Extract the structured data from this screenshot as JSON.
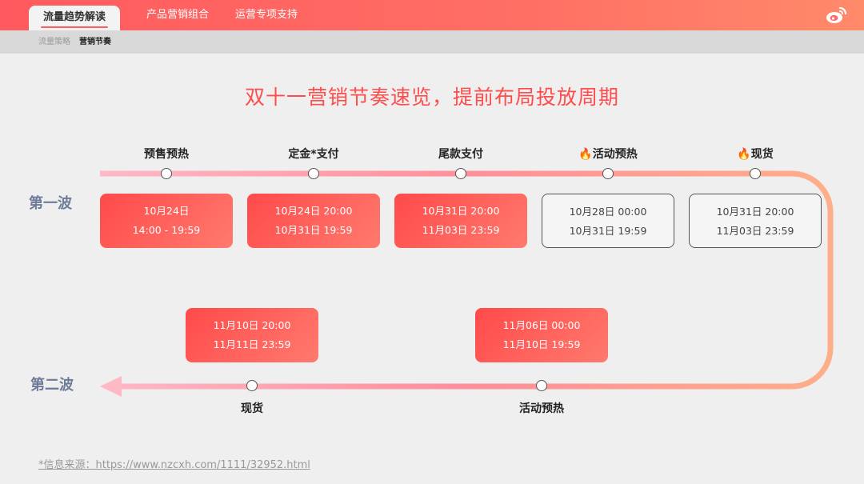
{
  "nav": {
    "tabs": [
      {
        "label": "流量趋势解读",
        "active": true
      },
      {
        "label": "产品营销组合",
        "active": false
      },
      {
        "label": "运营专项支持",
        "active": false
      }
    ],
    "logo_icon": "weibo-icon"
  },
  "breadcrumb": {
    "items": [
      "流量策略",
      "营销节奏"
    ]
  },
  "title": "双十一营销节奏速览，提前布局投放周期",
  "waves": {
    "first": {
      "label": "第一波",
      "stages": [
        {
          "name": "预售预热",
          "line1": "10月24日",
          "line2": "14:00 - 19:59",
          "style": "filled"
        },
        {
          "name": "定金*支付",
          "line1": "10月24日 20:00",
          "line2": "10月31日 19:59",
          "style": "filled"
        },
        {
          "name": "尾款支付",
          "line1": "10月31日 20:00",
          "line2": "11月03日 23:59",
          "style": "filled"
        },
        {
          "name": "🔥活动预热",
          "line1": "10月28日 00:00",
          "line2": "10月31日 19:59",
          "style": "outline"
        },
        {
          "name": "🔥现货",
          "line1": "10月31日 20:00",
          "line2": "11月03日 23:59",
          "style": "outline"
        }
      ]
    },
    "second": {
      "label": "第二波",
      "stages": [
        {
          "name": "现货",
          "line1": "11月10日 20:00",
          "line2": "11月11日 23:59",
          "style": "filled"
        },
        {
          "name": "活动预热",
          "line1": "11月06日 00:00",
          "line2": "11月10日 19:59",
          "style": "filled"
        }
      ]
    }
  },
  "source": "*信息来源：https://www.nzcxh.com/1111/32952.html",
  "colors": {
    "accent": "#ff4c4c",
    "track_start": "#ffb3c1",
    "track_end": "#ffae8a",
    "wave_label": "#6e7b99"
  }
}
